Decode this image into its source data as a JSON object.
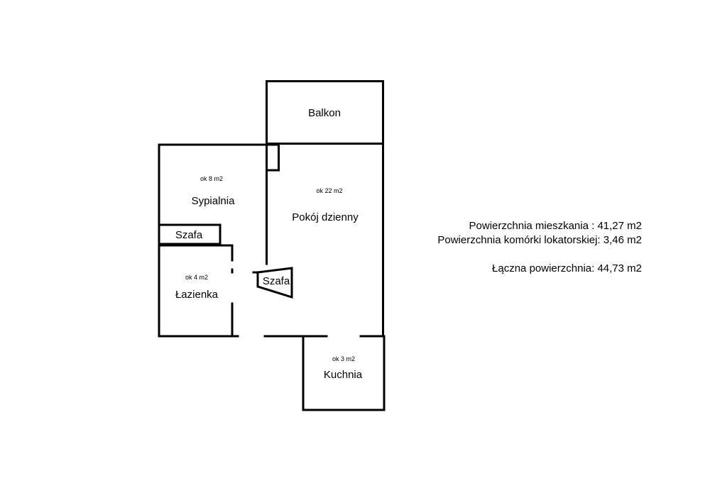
{
  "rooms": {
    "balkon": {
      "name": "Balkon"
    },
    "sypialnia": {
      "name": "Sypialnia",
      "area": "ok 8 m2"
    },
    "szafa_sypialnia": {
      "name": "Szafa"
    },
    "pokoj": {
      "name": "Pokój dzienny",
      "area": "ok 22 m2"
    },
    "lazienka": {
      "name": "Łazienka",
      "area": "ok 4 m2"
    },
    "szafa_pokoj": {
      "name": "Szafa"
    },
    "kuchnia": {
      "name": "Kuchnia",
      "area": "ok 3 m2"
    }
  },
  "summary": {
    "mieszkanie": "Powierzchnia mieszkania : 41,27 m2",
    "komorka": "Powierzchnia komórki lokatorskiej: 3,46 m2",
    "laczna": "Łączna powierzchnia: 44,73 m2"
  }
}
